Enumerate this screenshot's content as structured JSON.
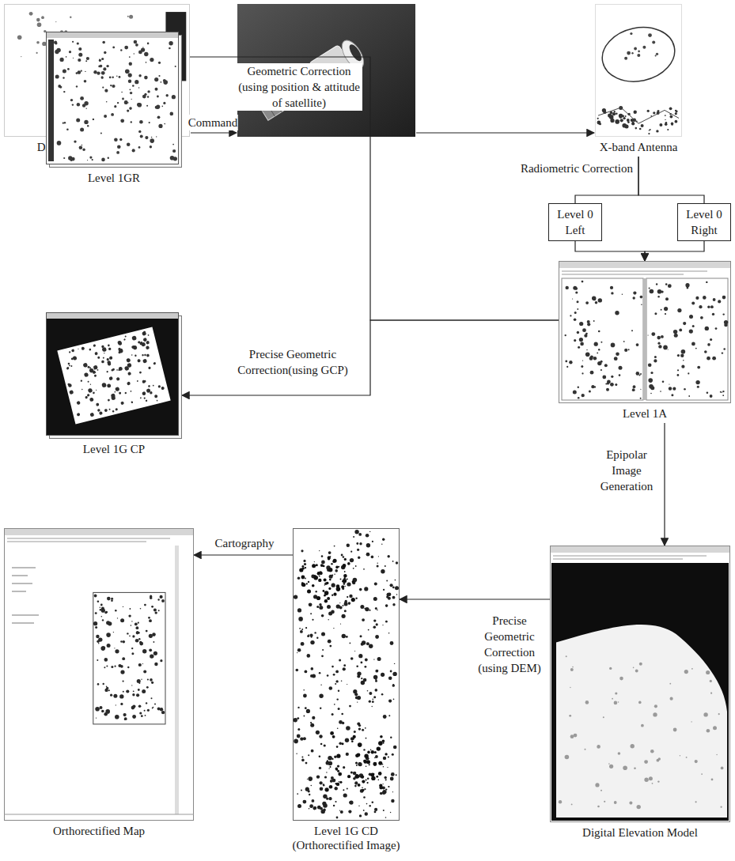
{
  "diagram": {
    "nodes": [
      {
        "text": [
          "Data Collection Planning"
        ]
      },
      {
        "text": [
          "X-band Antenna"
        ]
      },
      {
        "text": [
          "Level 1GR"
        ]
      },
      {
        "text": [
          "Level 0 Left"
        ]
      },
      {
        "text": [
          "Level 0 Right"
        ]
      },
      {
        "text": [
          "Level 1G CP"
        ]
      },
      {
        "text": [
          "Level 1A"
        ]
      },
      {
        "text": [
          "Orthorectified Map"
        ]
      },
      {
        "text": [
          "Level 1G CD (Orthorectified Image)"
        ]
      },
      {
        "text": [
          "Digital Elevation Model"
        ]
      }
    ],
    "edges": [
      {
        "from": 1,
        "to": 3,
        "label": "Radiometric Correction",
        "arrow": "none"
      },
      {
        "from": 1,
        "to": 4,
        "arrow": "none"
      },
      {
        "from": 3,
        "to": 6,
        "arrow": "to"
      },
      {
        "from": 4,
        "to": 6,
        "arrow": "to"
      },
      {
        "from": 6,
        "to": 2,
        "label": "Geometric Correction (using position & attitude of satellite)",
        "arrow": "to"
      },
      {
        "from": 6,
        "to": 5,
        "label": "Precise Geometric Correction(using GCP)",
        "arrow": "to"
      },
      {
        "from": 6,
        "to": 9,
        "label": "Epipolar Image Generation",
        "arrow": "to"
      },
      {
        "from": 9,
        "to": 8,
        "label": "Precise Geometric Correction (using DEM)",
        "arrow": "to"
      },
      {
        "from": 8,
        "to": 7,
        "label": "Cartography",
        "arrow": "to"
      }
    ],
    "labels": [
      "Command"
    ]
  }
}
